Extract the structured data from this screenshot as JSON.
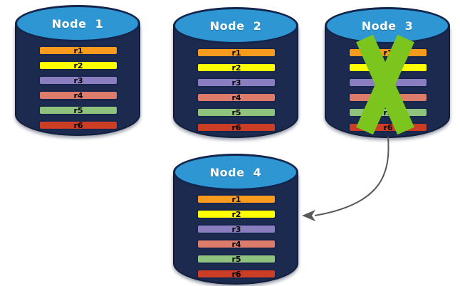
{
  "palette": {
    "cylinder_body": "#1B2A4E",
    "cylinder_top": "#2E96D2",
    "cylinder_outline": "#13254C",
    "row_border": "#15254B",
    "row_label_text": "#000000",
    "node_label_text": "#FFFFFF",
    "x_mark": "#7CC41E",
    "arrow": "#595959"
  },
  "nodes": [
    {
      "id": "node1",
      "label": "Node  1",
      "crossed_out": false,
      "rows": [
        {
          "label": "r1",
          "color": "#F89A1E"
        },
        {
          "label": "r2",
          "color": "#FFFF00"
        },
        {
          "label": "r3",
          "color": "#8B7EC0"
        },
        {
          "label": "r4",
          "color": "#DE7C6C"
        },
        {
          "label": "r5",
          "color": "#8FC27D"
        },
        {
          "label": "r6",
          "color": "#CB3D25"
        }
      ]
    },
    {
      "id": "node2",
      "label": "Node  2",
      "crossed_out": false,
      "rows": [
        {
          "label": "r1",
          "color": "#F89A1E"
        },
        {
          "label": "r2",
          "color": "#FFFF00"
        },
        {
          "label": "r3",
          "color": "#8B7EC0"
        },
        {
          "label": "r4",
          "color": "#DE7C6C"
        },
        {
          "label": "r5",
          "color": "#8FC27D"
        },
        {
          "label": "r6",
          "color": "#CB3D25"
        }
      ]
    },
    {
      "id": "node3",
      "label": "Node  3",
      "crossed_out": true,
      "rows": [
        {
          "label": "r1",
          "color": "#F89A1E"
        },
        {
          "label": "r2",
          "color": "#FFFF00"
        },
        {
          "label": "r3",
          "color": "#8B7EC0"
        },
        {
          "label": "r4",
          "color": "#DE7C6C"
        },
        {
          "label": "r5",
          "color": "#8FC27D"
        },
        {
          "label": "r6",
          "color": "#CB3D25"
        }
      ]
    },
    {
      "id": "node4",
      "label": "Node  4",
      "crossed_out": false,
      "rows": [
        {
          "label": "r1",
          "color": "#F89A1E"
        },
        {
          "label": "r2",
          "color": "#FFFF00"
        },
        {
          "label": "r3",
          "color": "#8B7EC0"
        },
        {
          "label": "r4",
          "color": "#DE7C6C"
        },
        {
          "label": "r5",
          "color": "#8FC27D"
        },
        {
          "label": "r6",
          "color": "#CB3D25"
        }
      ]
    }
  ],
  "arrow": {
    "from": "node3",
    "to": "node4"
  }
}
